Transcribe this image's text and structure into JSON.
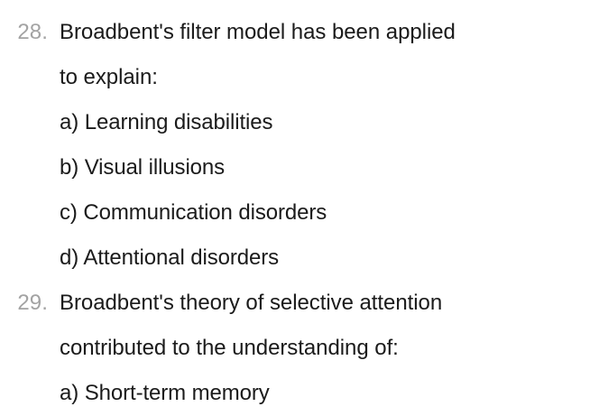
{
  "document": {
    "type": "multiple-choice-quiz",
    "background_color": "#ffffff",
    "text_color": "#1b1b1b",
    "number_color": "#a3a3a3"
  },
  "questions": [
    {
      "number": "28.",
      "stem_lines": [
        "Broadbent's filter model has been applied",
        "to explain:"
      ],
      "options": [
        "a) Learning disabilities",
        "b) Visual illusions",
        "c) Communication disorders",
        "d) Attentional disorders"
      ]
    },
    {
      "number": "29.",
      "stem_lines": [
        "Broadbent's theory of selective attention",
        "contributed to the understanding of:"
      ],
      "options": [
        "a) Short-term memory"
      ]
    }
  ]
}
